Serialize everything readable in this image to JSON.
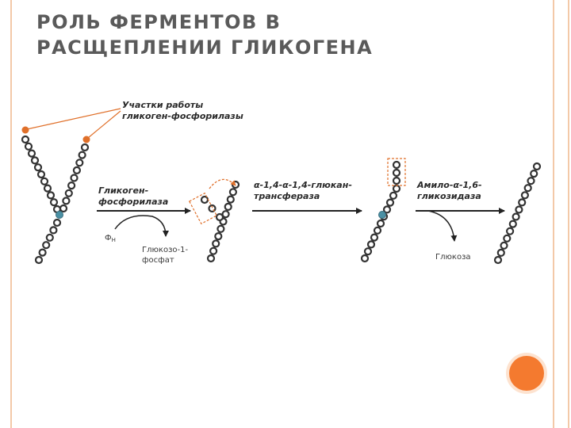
{
  "slide": {
    "title_line1": "РОЛЬ ФЕРМЕНТОВ В",
    "title_line2": "РАСЩЕПЛЕНИИ ГЛИКОГЕНА"
  },
  "diagram": {
    "sites_label_line1": "Участки работы",
    "sites_label_line2": "гликоген-фосфорилазы",
    "enzyme1_line1": "Гликоген-",
    "enzyme1_line2": "фосфорилаза",
    "phosphate": "Ф",
    "phosphate_sub": "Н",
    "product1_line1": "Глюкозо-1-",
    "product1_line2": "фосфат",
    "enzyme2_line1": "α-1,4-α-1,4-глюкан-",
    "enzyme2_line2": "трансфераза",
    "enzyme3_line1": "Амило-α-1,6-",
    "enzyme3_line2": "гликозидаза",
    "product2": "Глюкоза"
  },
  "colors": {
    "title": "#5a5a5a",
    "frame": "#f3c9a8",
    "accent_orange": "#e0702a",
    "branch_point": "#4a90a4",
    "chain_stroke": "#333333",
    "deco_circle": "#f47a2f"
  }
}
